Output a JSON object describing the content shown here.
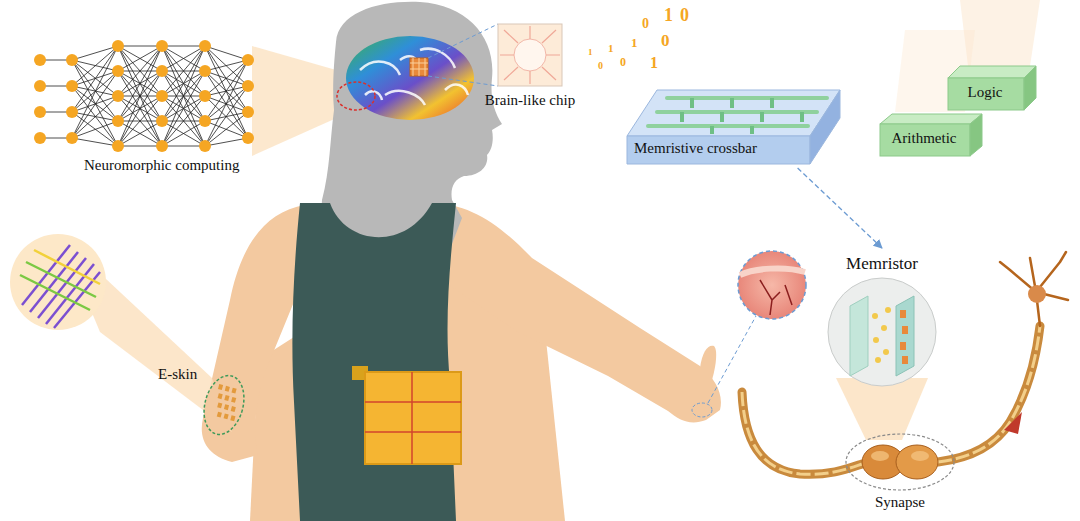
{
  "diagram": {
    "nodes": [
      {
        "text": [
          "Brain-like chip"
        ]
      },
      {
        "text": [
          "Memristive crossbar"
        ]
      },
      {
        "text": [
          "Logic"
        ]
      },
      {
        "text": [
          "Arithmetic"
        ]
      },
      {
        "text": [
          "Memristor"
        ]
      },
      {
        "text": [
          "Synapse"
        ]
      }
    ],
    "edges": [
      {
        "from": 1,
        "to": 4,
        "arrow": "to"
      }
    ],
    "labels": [
      "Neuromorphic computing",
      "E-skin",
      "1",
      "0",
      "1",
      "0",
      "1",
      "0",
      "1",
      "0",
      "1",
      "0"
    ]
  }
}
